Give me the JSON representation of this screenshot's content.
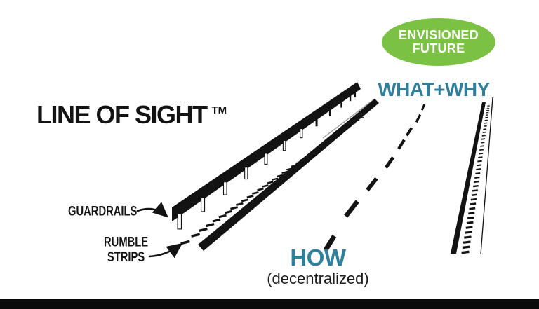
{
  "title": {
    "text": "LINE OF SIGHT",
    "trademark": "TM"
  },
  "envisioned_future": {
    "line1": "ENVISIONED",
    "line2": "FUTURE"
  },
  "road": {
    "what_why": "WHAT+WHY",
    "how": "HOW",
    "how_qualifier": "(decentralized)"
  },
  "callouts": {
    "guardrails": "GUARDRAILS",
    "rumble_strips_line1": "RUMBLE",
    "rumble_strips_line2": "STRIPS"
  },
  "icons": {
    "guardrails_arrow": "curved-arrow-right",
    "rumble_strips_arrow": "curved-arrow-up-right"
  },
  "colors": {
    "envisioned_future_green": "#7bc143",
    "teal_text": "#2f7f9d",
    "ink": "#131313",
    "background": "#ffffff"
  }
}
